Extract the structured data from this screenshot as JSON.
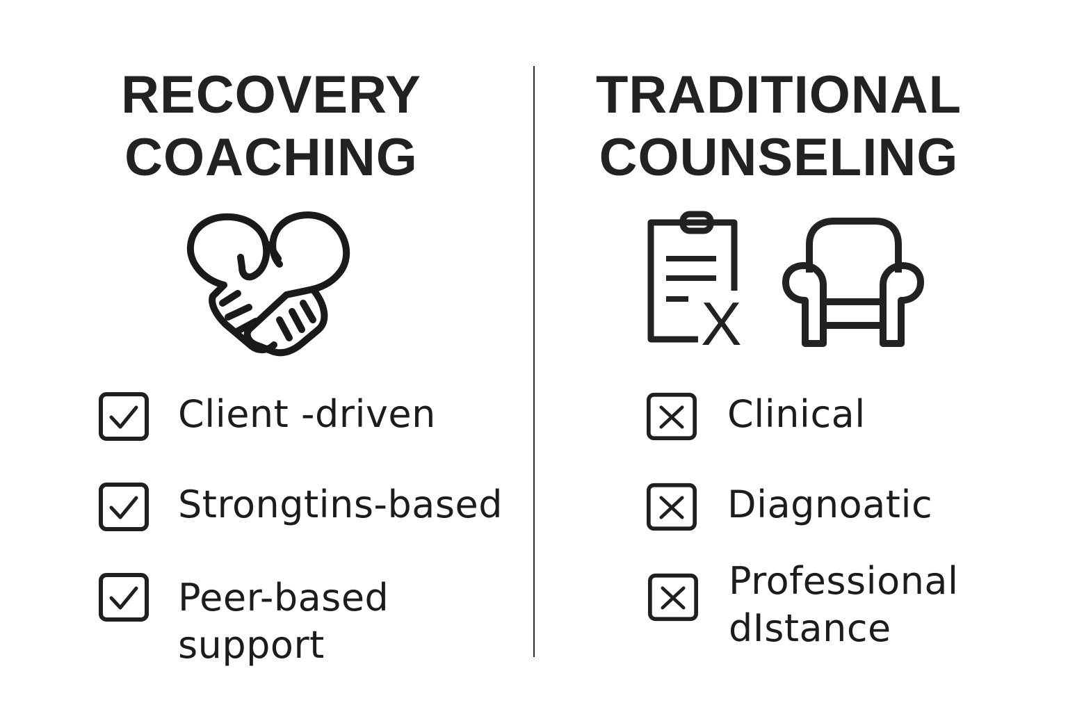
{
  "left_column": {
    "title_lines": [
      "RECOVERY",
      "COACHING"
    ],
    "icon": "heart-handshake-icon",
    "marker_icon": "checkbox-check-icon",
    "items": [
      {
        "label": "Client -driven"
      },
      {
        "label": "Strongtins-based"
      },
      {
        "label": "Peer-based\nsupport"
      }
    ]
  },
  "right_column": {
    "title_lines": [
      "TRADITIONAL",
      "COUNSELING"
    ],
    "icons": [
      "clipboard-rx-icon",
      "armchair-icon"
    ],
    "marker_icon": "checkbox-x-icon",
    "items": [
      {
        "label": "Clinical"
      },
      {
        "label": "Diagnoatic"
      },
      {
        "label": "Professional\ndIstance"
      }
    ]
  },
  "colors": {
    "ink": "#222222",
    "background": "#ffffff"
  }
}
